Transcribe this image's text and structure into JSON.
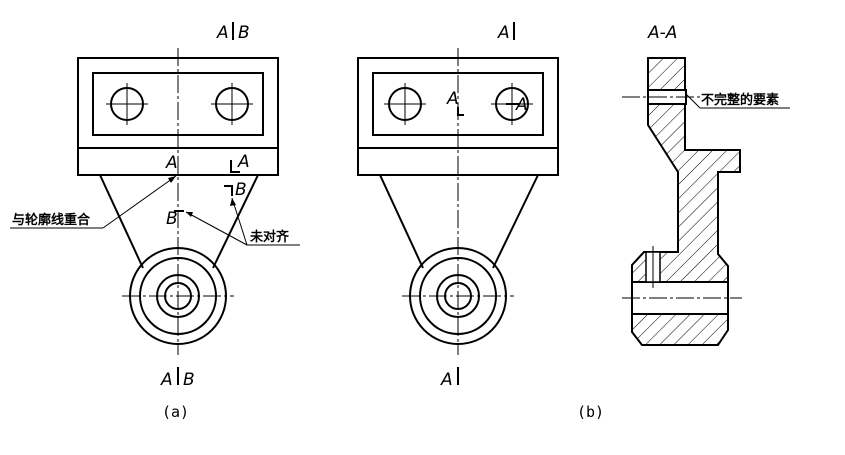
{
  "view_a": {
    "top_label_left": "A",
    "top_label_right": "B",
    "bottom_label_left": "A",
    "bottom_label_right": "B",
    "label_a_left": "A",
    "label_a_right": "A",
    "label_b_left": "B",
    "label_b_right": "B",
    "note_coincide": "与轮廓线重合",
    "note_misaligned": "未对齐",
    "caption": "(a)"
  },
  "view_b": {
    "top_label": "A",
    "bottom_label": "A",
    "inner_label_left": "A",
    "inner_label_right": "A",
    "caption": "(b)"
  },
  "section_view": {
    "title": "A-A",
    "note_incomplete": "不完整的要素"
  }
}
